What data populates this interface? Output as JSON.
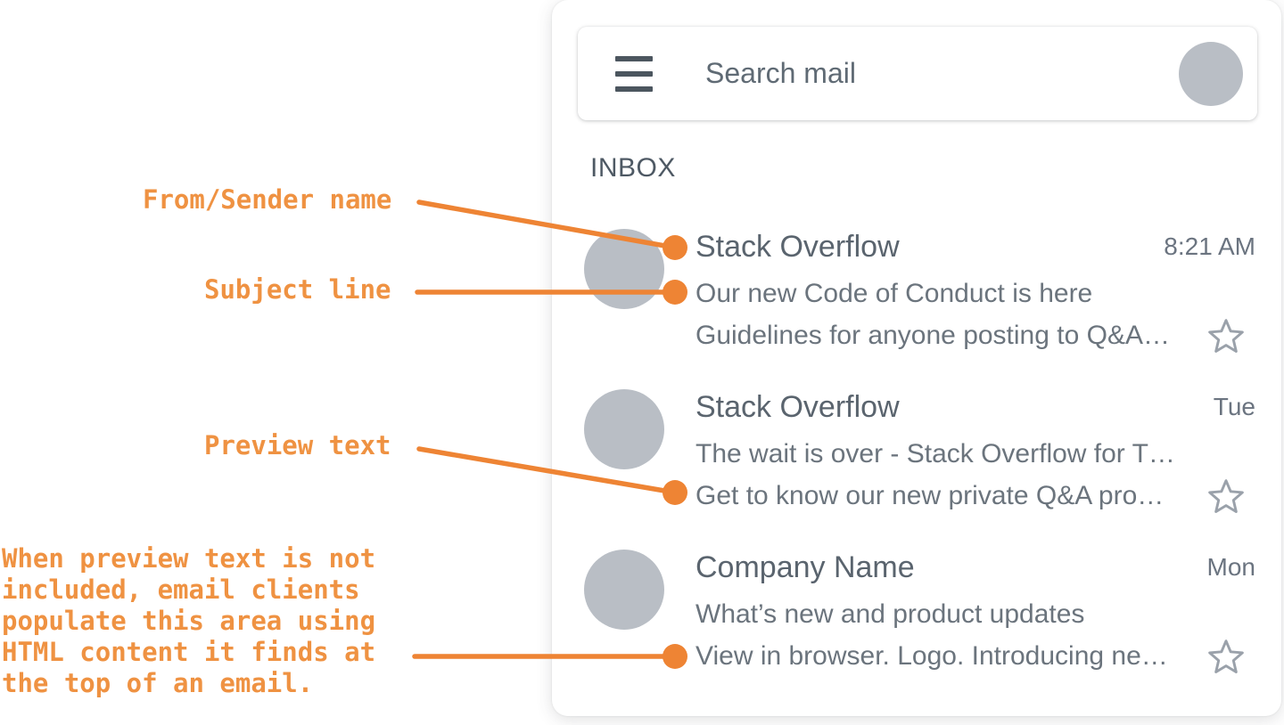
{
  "colors": {
    "accent_orange": "#EE8434",
    "annotation_text_orange": "#EF9242",
    "avatar_gray": "#B9BEC5",
    "sender_text": "#5A646E",
    "secondary_text": "#6B747D",
    "star_gray": "#9AA1AA"
  },
  "icons": {
    "menu": "hamburger-menu-icon",
    "profile": "avatar-circle",
    "star": "star-outline-icon"
  },
  "annotations": {
    "from_label": "From/Sender name",
    "subject_label": "Subject line",
    "preview_label": "Preview text",
    "note": "When preview text is not\nincluded, email clients\npopulate this area using\nHTML content it finds at\nthe top of an email."
  },
  "inbox": {
    "search_placeholder": "Search mail",
    "section_label": "INBOX",
    "emails": [
      {
        "sender": "Stack Overflow",
        "time": "8:21 AM",
        "subject": "Our new Code of Conduct is here",
        "preview": "Guidelines for anyone posting to Q&A…"
      },
      {
        "sender": "Stack Overflow",
        "time": "Tue",
        "subject": "The wait is over - Stack Overflow for T…",
        "preview": "Get to know our new private Q&A pro…"
      },
      {
        "sender": "Company Name",
        "time": "Mon",
        "subject": "What’s new and product updates",
        "preview": "View in browser. Logo. Introducing ne…"
      }
    ]
  }
}
